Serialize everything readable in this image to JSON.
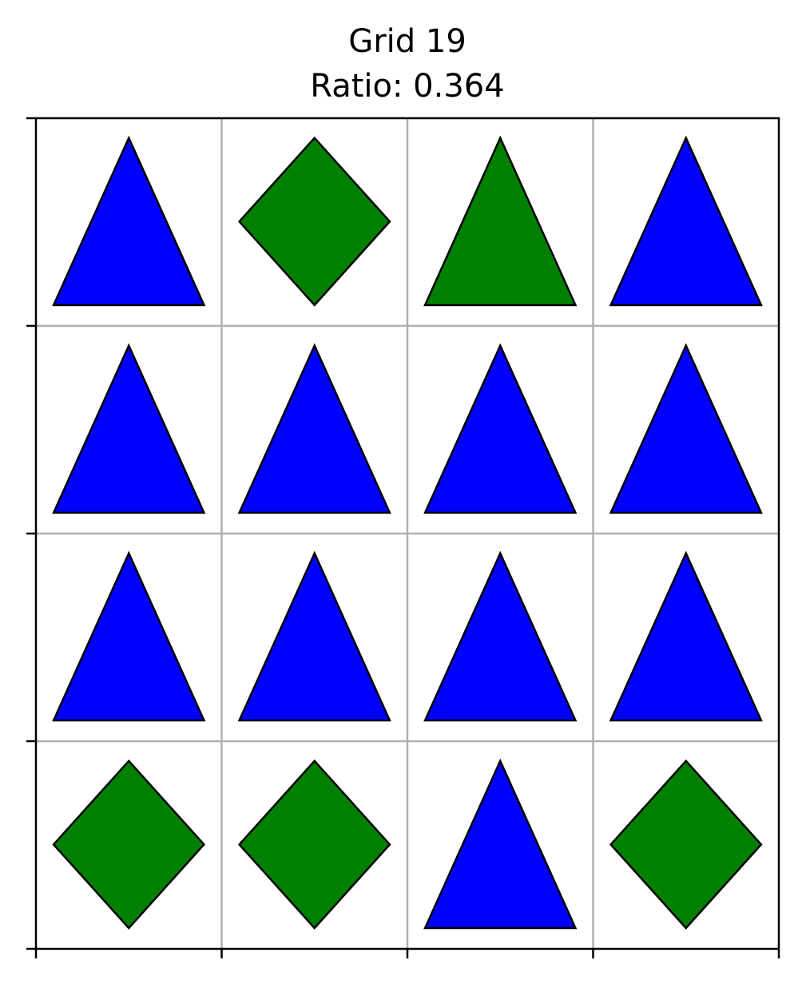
{
  "title": {
    "line1": "Grid 19",
    "line2": "Ratio: 0.364"
  },
  "grid": {
    "rows": 4,
    "cols": 4,
    "cells": [
      [
        "blue-triangle",
        "green-diamond",
        "green-triangle",
        "blue-triangle"
      ],
      [
        "blue-triangle",
        "blue-triangle",
        "blue-triangle",
        "blue-triangle"
      ],
      [
        "blue-triangle",
        "blue-triangle",
        "blue-triangle",
        "blue-triangle"
      ],
      [
        "green-diamond",
        "green-diamond",
        "blue-triangle",
        "green-diamond"
      ]
    ]
  },
  "colors": {
    "blue": "#0000ff",
    "green": "#008000",
    "outline": "#000000",
    "gridline": "#b0b0b0",
    "frame": "#000000"
  }
}
